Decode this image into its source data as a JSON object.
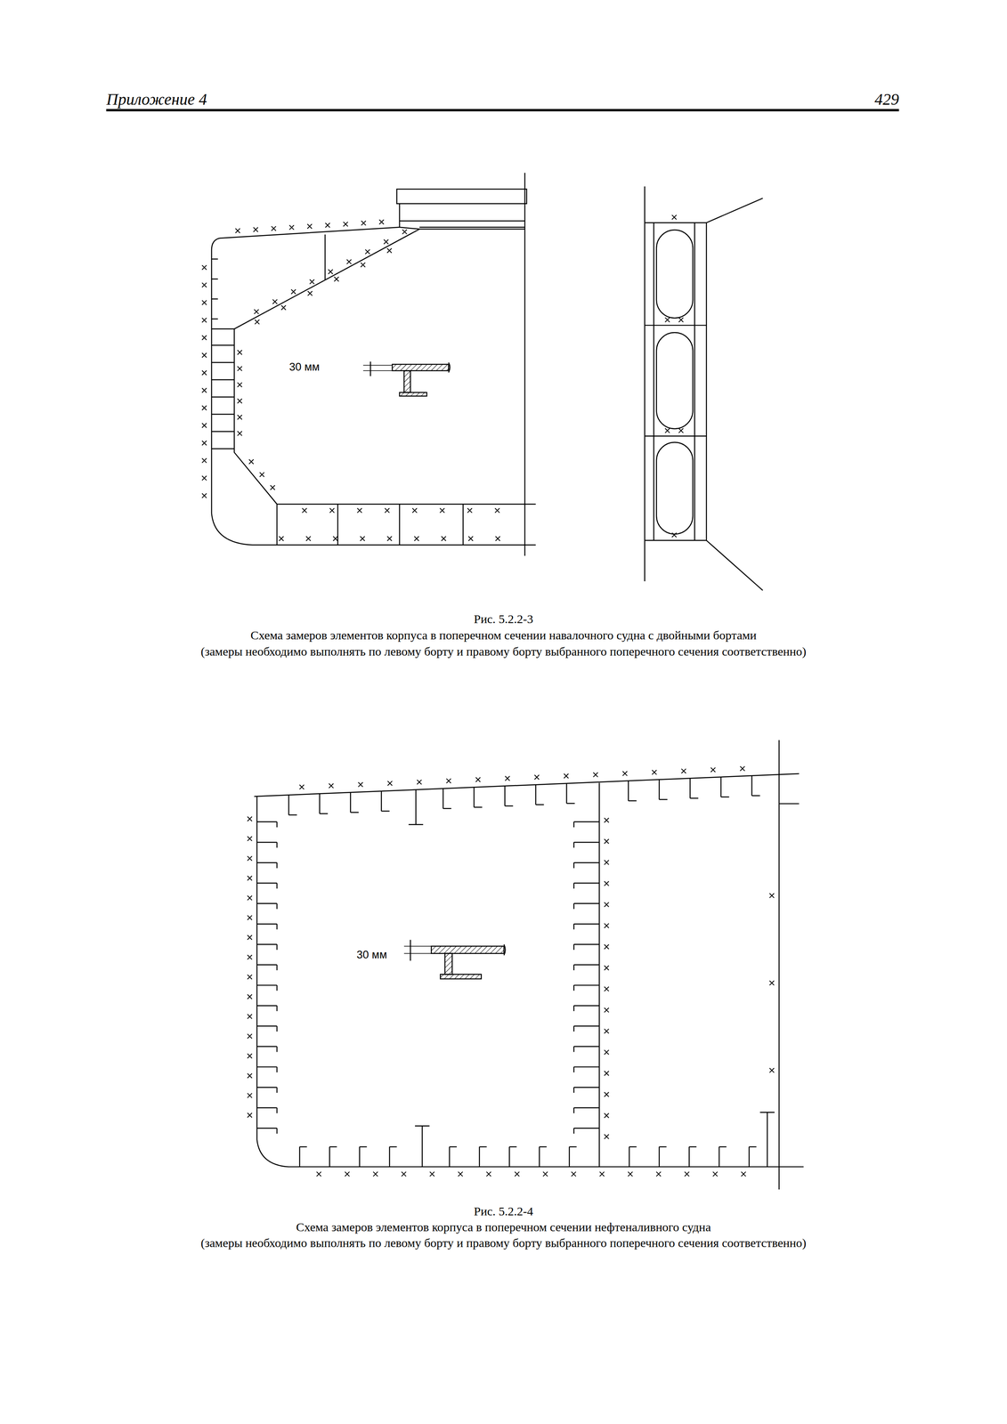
{
  "diagram": {
    "title": "Приложение 4",
    "labels": [
      "429",
      "30 мм",
      "Рис. 5.2.2-3",
      "Схема замеров элементов корпуса в поперечном сечении навалочного судна с двойными бортами",
      "(замеры необходимо выполнять по левому борту и правому борту выбранного поперечного сечения соответственно)",
      "30 мм",
      "Рис. 5.2.2-4",
      "Схема замеров элементов корпуса в поперечном сечении нефтеналивного судна",
      "(замеры необходимо выполнять по левому борту и правому борту выбранного поперечного сечения соответственно)"
    ]
  }
}
